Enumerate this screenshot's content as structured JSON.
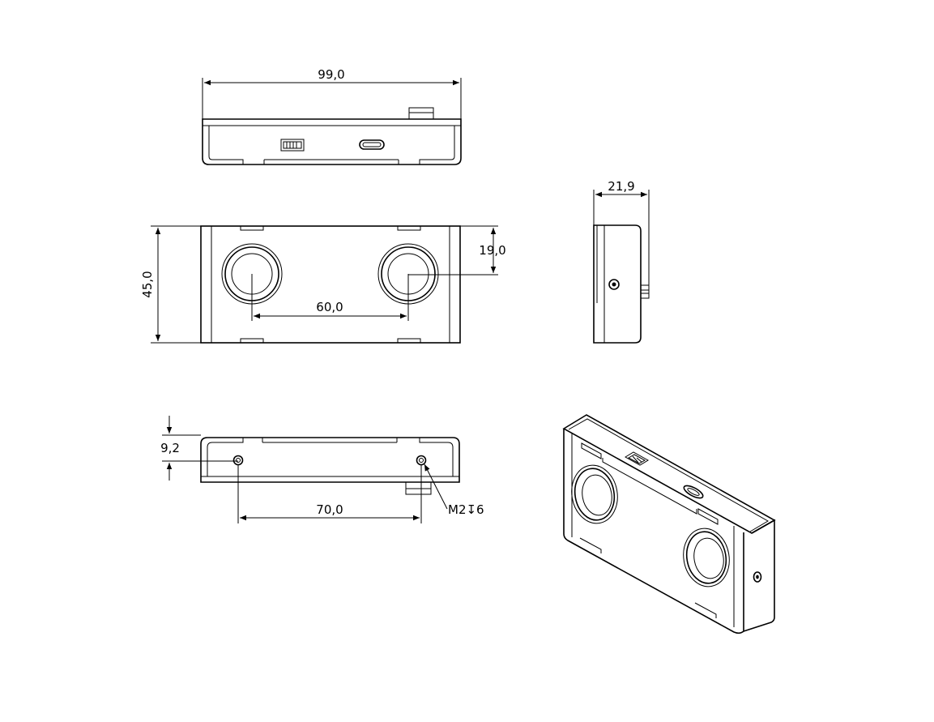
{
  "drawing": {
    "dimensions": {
      "width_top": "99,0",
      "depth_side": "21,9",
      "height_front": "45,0",
      "lens_offset": "19,0",
      "lens_spacing": "60,0",
      "hole_offset": "9,2",
      "hole_spacing": "70,0",
      "thread_callout": "M2↧6"
    }
  },
  "colors": {
    "line": "#000000",
    "background": "#ffffff"
  }
}
